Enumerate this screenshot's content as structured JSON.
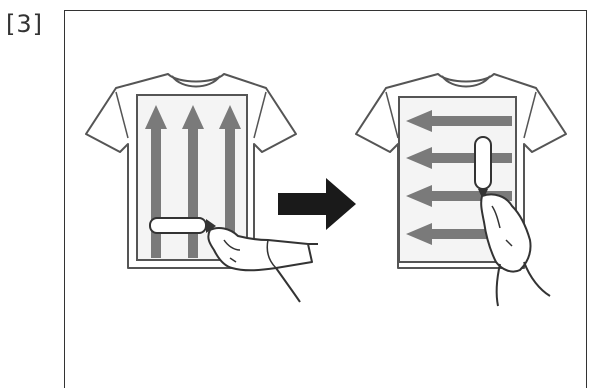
{
  "step": {
    "label": "[3]"
  },
  "illustration": {
    "panels": [
      {
        "name": "left-shirt",
        "stroke_direction": "up",
        "arrow_count": 3
      },
      {
        "name": "right-shirt",
        "stroke_direction": "left",
        "arrow_count": 4
      }
    ],
    "transition": "arrow-right"
  },
  "colors": {
    "outline": "#555555",
    "arrow_gray": "#7a7a7a",
    "print_area": "#f2f2f2",
    "transition_arrow": "#1a1a1a"
  }
}
